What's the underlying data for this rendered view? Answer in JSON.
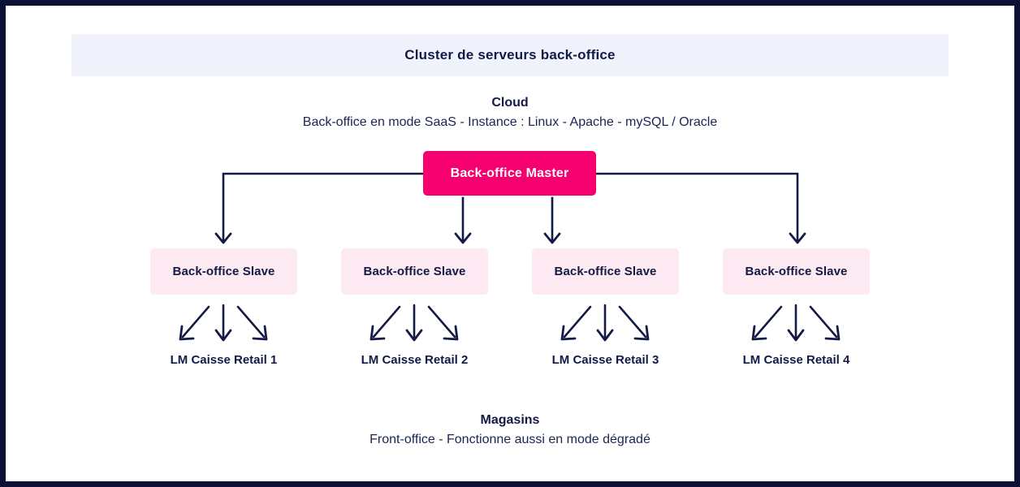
{
  "diagram": {
    "banner": {
      "title": "Cluster de serveurs back-office",
      "bg_color": "#f1f3fc",
      "text_color": "#131a45"
    },
    "cloud": {
      "title": "Cloud",
      "subtitle": "Back-office en mode SaaS - Instance : Linux - Apache - mySQL / Oracle"
    },
    "master": {
      "label": "Back-office Master",
      "bg_color": "#f5006e",
      "text_color": "#ffffff"
    },
    "slaves": [
      {
        "label": "Back-office Slave"
      },
      {
        "label": "Back-office Slave"
      },
      {
        "label": "Back-office Slave"
      },
      {
        "label": "Back-office Slave"
      }
    ],
    "slave_style": {
      "bg_color": "#fce9f1",
      "text_color": "#131a45"
    },
    "retail_nodes": [
      {
        "label": "LM Caisse Retail 1"
      },
      {
        "label": "LM Caisse Retail 2"
      },
      {
        "label": "LM Caisse Retail 3"
      },
      {
        "label": "LM Caisse Retail 4"
      }
    ],
    "stores": {
      "title": "Magasins",
      "subtitle": "Front-office - Fonctionne aussi en mode dégradé"
    },
    "connector_color": "#131a45",
    "border_color": "#0d1136"
  }
}
